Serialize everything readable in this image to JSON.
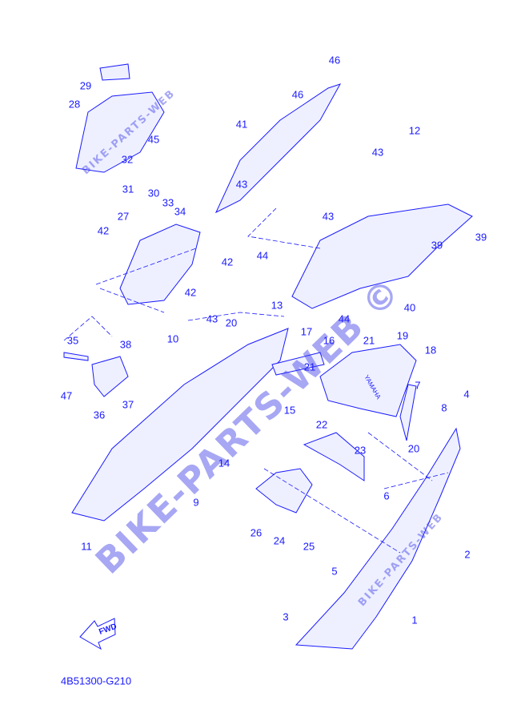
{
  "diagram": {
    "callouts": [
      "46",
      "46",
      "29",
      "28",
      "41",
      "12",
      "43",
      "45",
      "32",
      "31",
      "30",
      "33",
      "34",
      "43",
      "43",
      "27",
      "42",
      "39",
      "39",
      "44",
      "42",
      "40",
      "42",
      "43",
      "13",
      "44",
      "20",
      "17",
      "35",
      "38",
      "10",
      "16",
      "19",
      "21",
      "18",
      "21",
      "7",
      "4",
      "47",
      "37",
      "36",
      "15",
      "8",
      "22",
      "23",
      "20",
      "14",
      "6",
      "9",
      "26",
      "24",
      "25",
      "11",
      "2",
      "5",
      "3",
      "1"
    ],
    "part_code": "4B51300-G210",
    "fwd_label": "FWD",
    "brand_mark": "YAMAHA",
    "watermark": "BIKE-PARTS-WEB",
    "watermark_large": "BIKE-PARTS-WEB ©"
  },
  "colors": {
    "ink": "#1a1aff",
    "part_fill": "#eef0ff"
  }
}
